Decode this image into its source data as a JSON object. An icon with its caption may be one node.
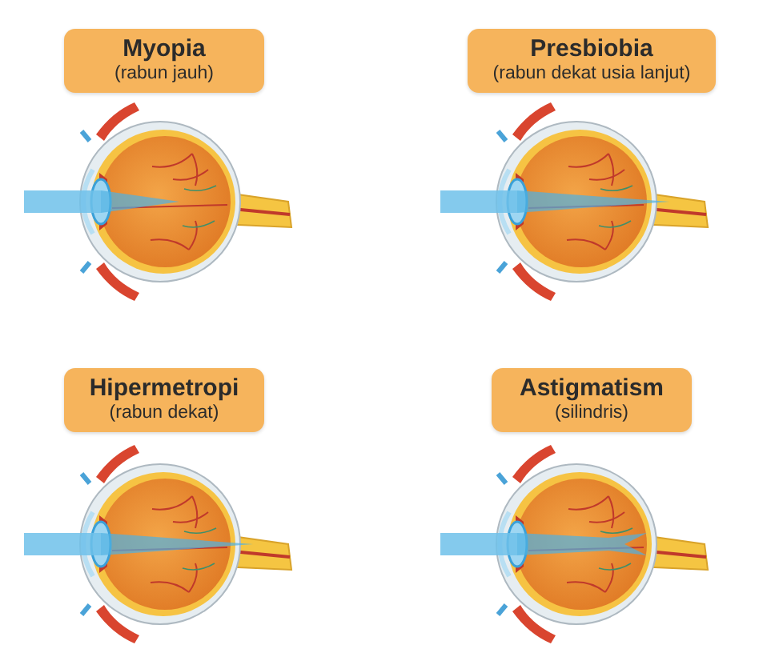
{
  "diagram": {
    "nodes": [
      {
        "text": [
          "Myopia",
          "(rabun jauh)"
        ]
      },
      {
        "text": [
          "Presbiobia",
          "(rabun dekat usia lanjut)"
        ]
      },
      {
        "text": [
          "Hipermetropi",
          "(rabun dekat)"
        ]
      },
      {
        "text": [
          "Astigmatism",
          "(silindris)"
        ]
      }
    ]
  }
}
